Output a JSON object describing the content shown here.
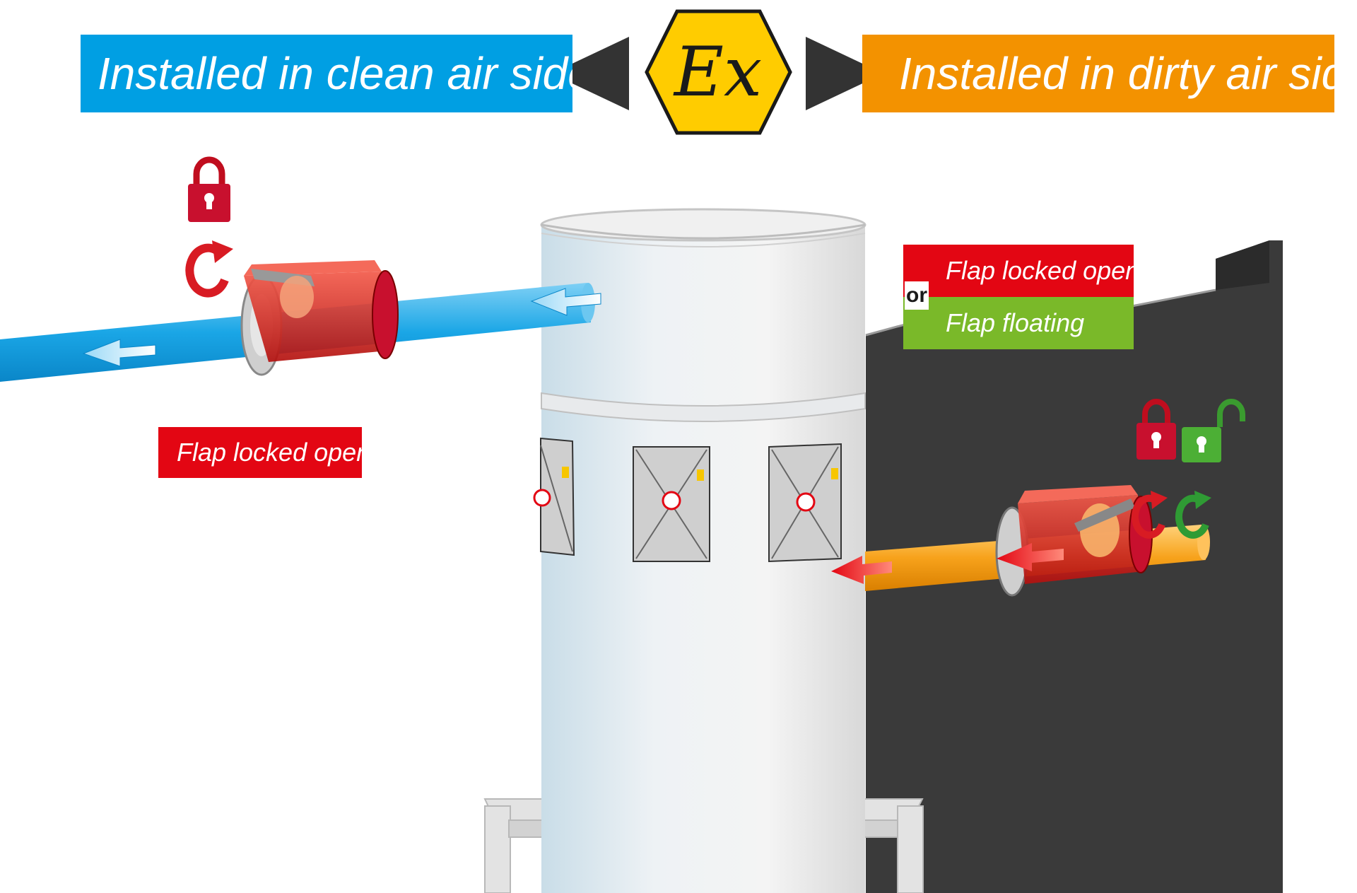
{
  "header": {
    "clean_side_label": "Installed in clean air side",
    "dirty_side_label": "Installed in dirty air side",
    "ex_symbol": "Ex",
    "ex_icon": "atex-ex-hexagon-icon"
  },
  "clean_side": {
    "status_label": "Flap locked open",
    "icons": [
      "padlock-closed-icon",
      "rotate-arrow-icon",
      "flow-arrow-left-icon"
    ]
  },
  "dirty_side": {
    "option_locked": "Flap locked open",
    "option_connector": "or",
    "option_floating": "Flap floating",
    "icons": [
      "padlock-closed-icon",
      "padlock-open-icon",
      "rotate-arrow-icon",
      "flow-arrow-left-icon"
    ]
  },
  "colors": {
    "clean_air": "#009fe3",
    "dirty_air": "#f39200",
    "locked_red": "#e30613",
    "floating_green": "#7ab929",
    "ex_yellow": "#ffcc00",
    "wall_dark": "#3a3a3a"
  }
}
